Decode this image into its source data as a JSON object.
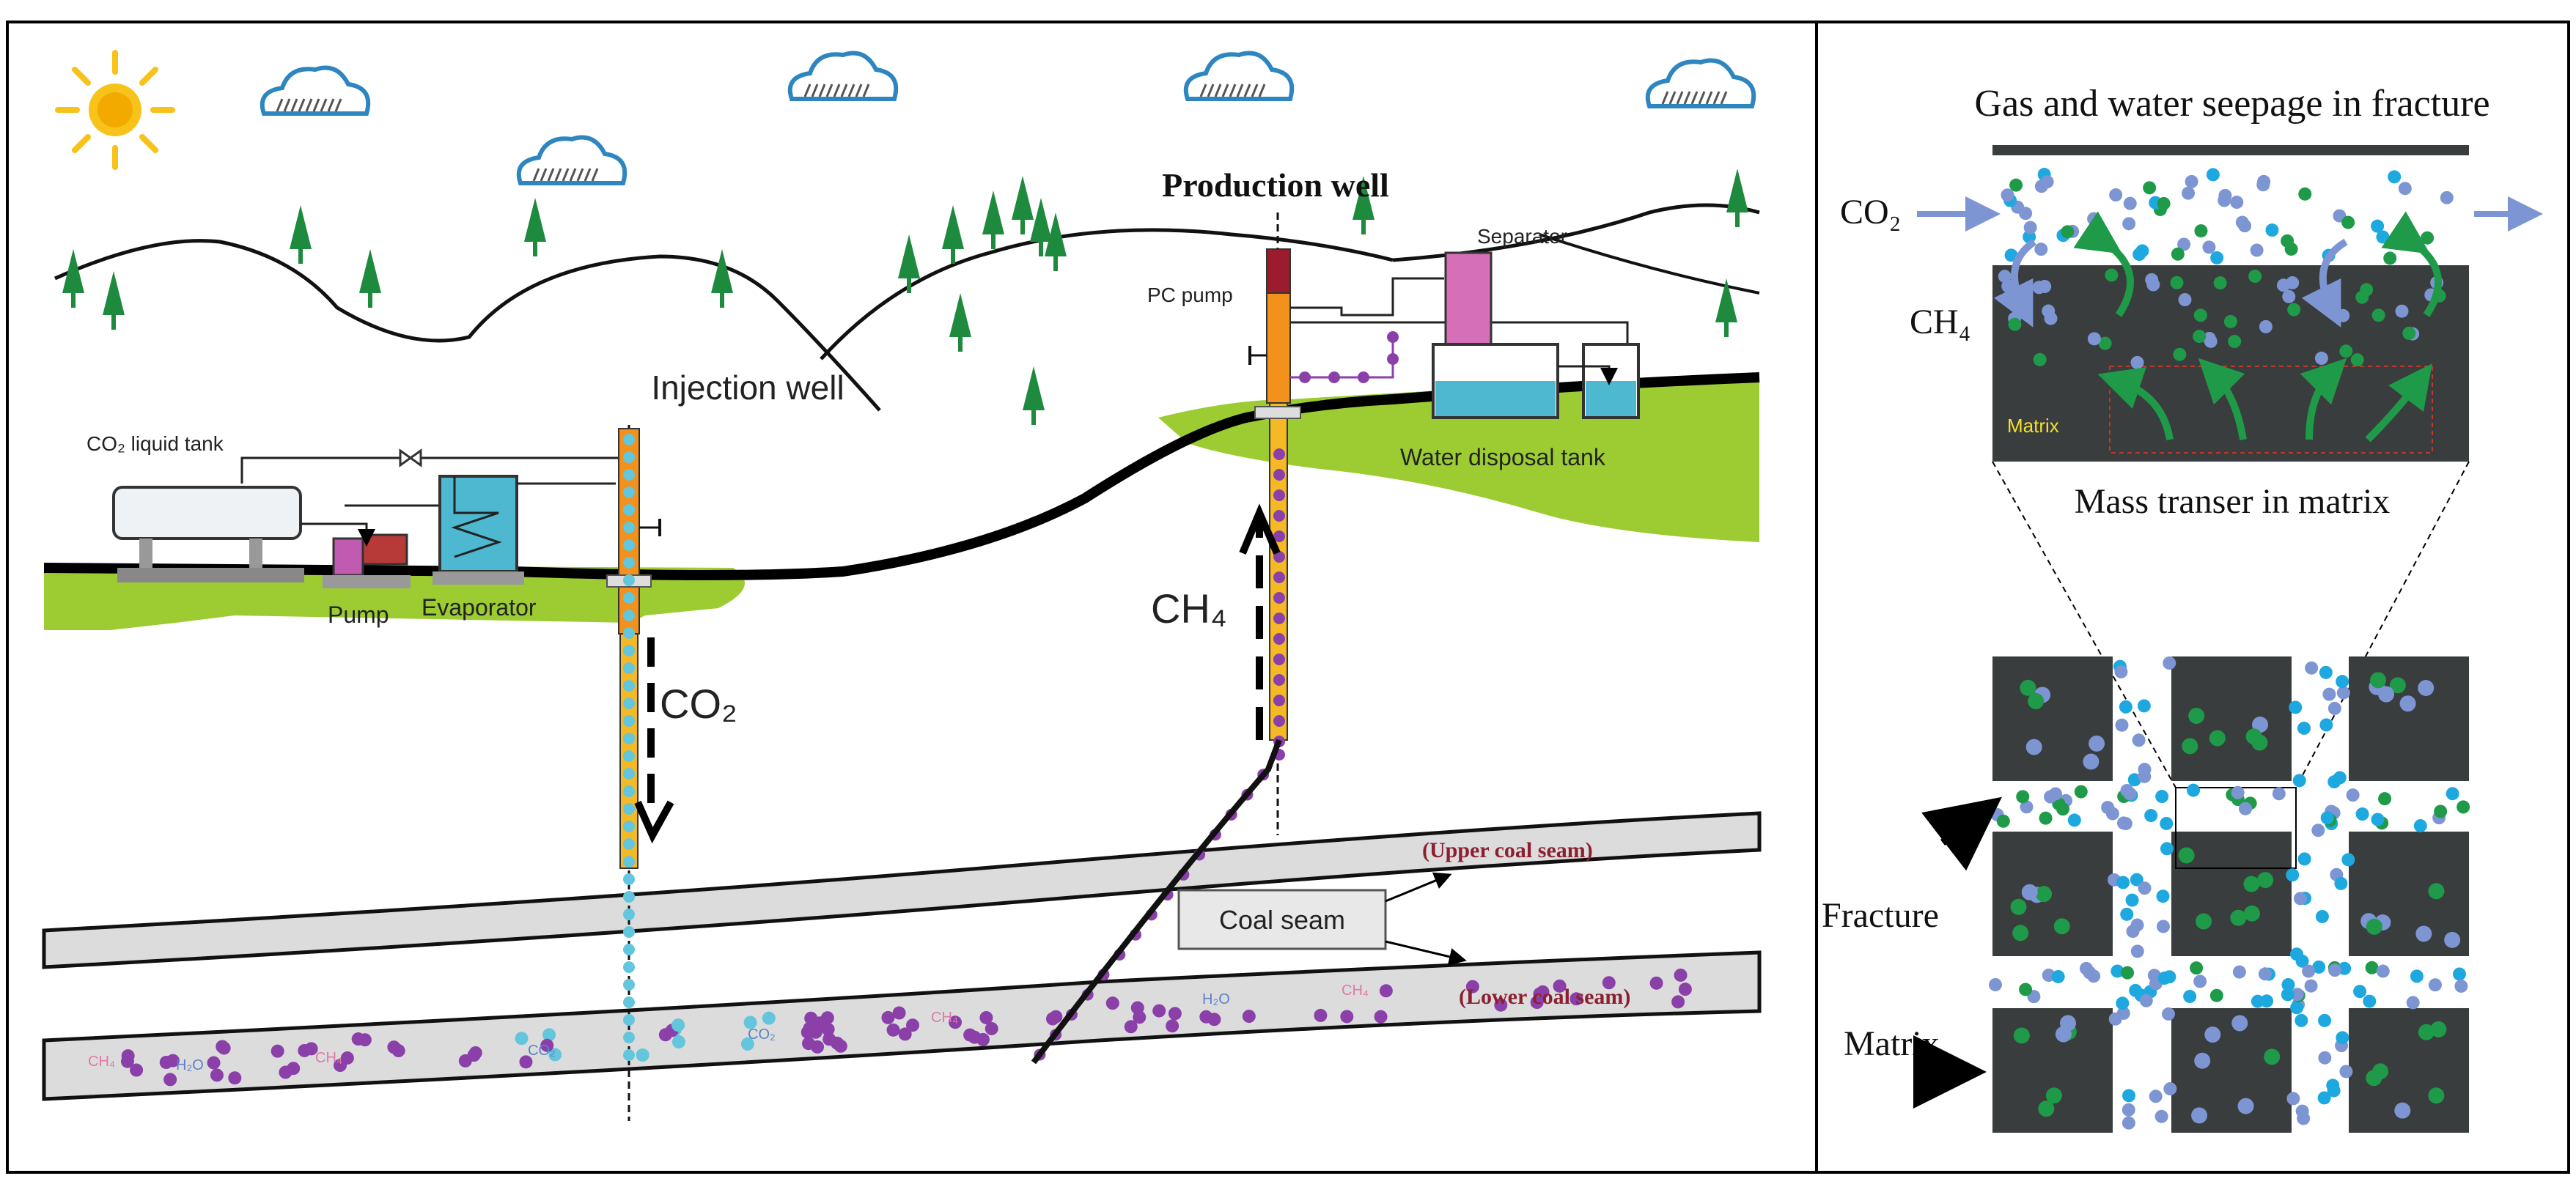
{
  "left_panel": {
    "production_well": "Production well",
    "injection_well": "Injection well",
    "co2_liquid_tank": "CO₂ liquid tank",
    "pump": "Pump",
    "evaporator": "Evaporator",
    "pc_pump": "PC pump",
    "separator": "Separator",
    "water_disposal_tank": "Water disposal tank",
    "co2_arrow_label": "CO₂",
    "ch4_arrow_label": "CH₄",
    "coal_seam": "Coal seam",
    "upper_coal_seam": "(Upper coal seam)",
    "lower_coal_seam": "(Lower coal seam)",
    "seam_h2o_1": "H₂O",
    "seam_h2o_2": "H₂O",
    "seam_ch4_1": "CH₄",
    "seam_ch4_2": "CH₄",
    "seam_ch4_3": "CH₄",
    "seam_ch4_4": "CH₄",
    "seam_co2_1": "CO₂",
    "seam_co2_2": "CO₂"
  },
  "right_panel": {
    "title": "Gas and water seepage in fracture",
    "co2": "CO₂",
    "ch4": "CH₄",
    "matrix_small": "Matrix",
    "mass_transfer": "Mass transer in matrix",
    "fracture": "Fracture",
    "matrix": "Matrix"
  },
  "colors": {
    "green_ground": "#9ccc32",
    "co2_dot": "#7d95d2",
    "ch4_dot": "#1e9a48",
    "cyan_dot": "#1ea8e0",
    "matrix_block": "#3a3d3d",
    "purple_dot": "#8a40a8",
    "inj_dot": "#63c6dc"
  }
}
